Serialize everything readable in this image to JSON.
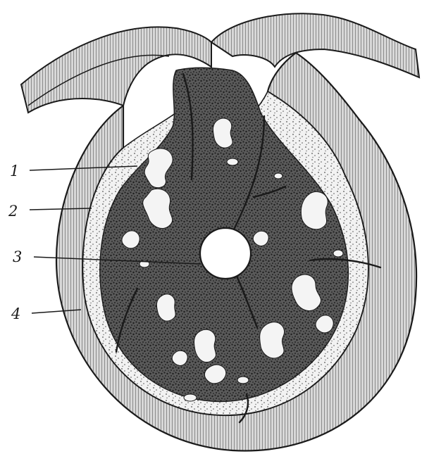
{
  "figure": {
    "labels": [
      {
        "id": "1",
        "text": "1"
      },
      {
        "id": "2",
        "text": "2"
      },
      {
        "id": "3",
        "text": "3"
      },
      {
        "id": "4",
        "text": "4"
      }
    ]
  },
  "colors": {
    "ink": "#1a1a1a",
    "paper": "#ffffff",
    "tissue_dark": "#3a3a3a",
    "epithelium": "#8a8a8a"
  }
}
